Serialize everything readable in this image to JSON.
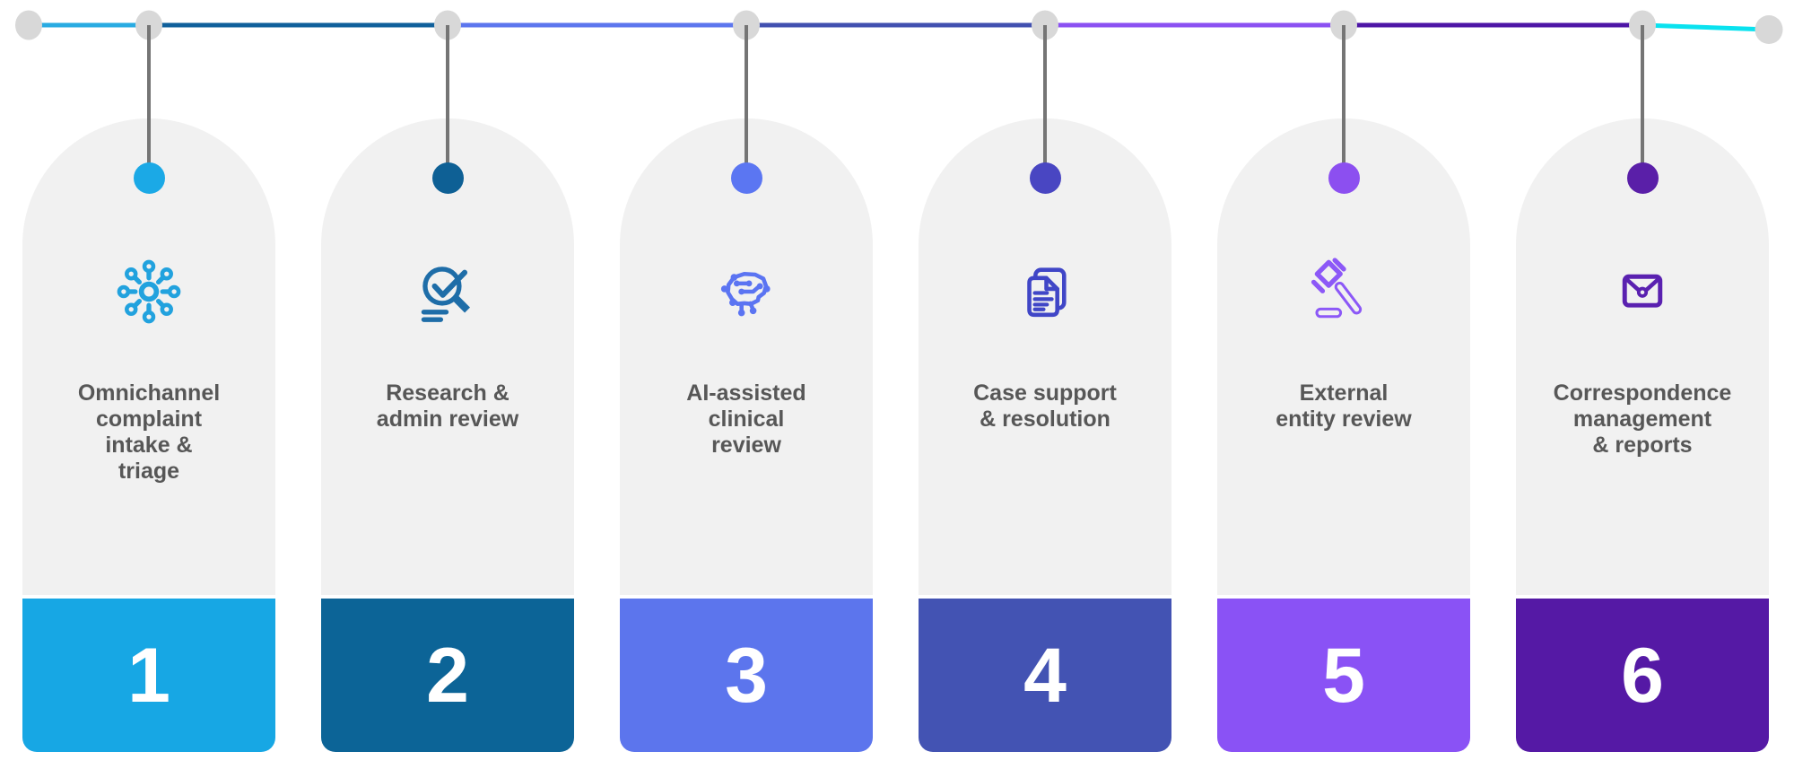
{
  "figure": {
    "background_color": "#FFFFFF",
    "card_background_color": "#F1F1F1",
    "title_text_color": "#575757"
  },
  "timeline": {
    "node_color": "#D8D8D8",
    "connector_color": "#757575",
    "segments": [
      {
        "name": "segment-into-step-1",
        "color": "#29ABE2"
      },
      {
        "name": "segment-into-step-2",
        "color": "#10609B"
      },
      {
        "name": "segment-into-step-3",
        "color": "#5C76EE"
      },
      {
        "name": "segment-into-step-4",
        "color": "#4150B0"
      },
      {
        "name": "segment-into-step-5",
        "color": "#8B51F2"
      },
      {
        "name": "segment-into-step-6",
        "color": "#4D15A6"
      },
      {
        "name": "segment-trailing",
        "color": "#0AE2EF"
      }
    ]
  },
  "steps": [
    {
      "number": "1",
      "title": "Omnichannel\ncomplaint\nintake &\ntriage",
      "icon": "network-hub-icon",
      "accent_color": "#17A7E4",
      "dot_color": "#1BA9E6",
      "icon_color": "#22A2DE"
    },
    {
      "number": "2",
      "title": "Research &\nadmin review",
      "icon": "search-check-icon",
      "accent_color": "#0C6497",
      "dot_color": "#0E6095",
      "icon_color": "#1E6DA8"
    },
    {
      "number": "3",
      "title": "AI-assisted\nclinical\nreview",
      "icon": "ai-brain-icon",
      "accent_color": "#5C75ED",
      "dot_color": "#5B76F2",
      "icon_color": "#5B74F2"
    },
    {
      "number": "4",
      "title": "Case support\n& resolution",
      "icon": "documents-icon",
      "accent_color": "#4353B3",
      "dot_color": "#4946C2",
      "icon_color": "#4046C7"
    },
    {
      "number": "5",
      "title": "External\nentity review",
      "icon": "gavel-icon",
      "accent_color": "#8A52F5",
      "dot_color": "#8C4FF0",
      "icon_color": "#8C58F7"
    },
    {
      "number": "6",
      "title": "Correspondence\nmanagement\n& reports",
      "icon": "mail-icon",
      "accent_color": "#5519A5",
      "dot_color": "#5A1FA8",
      "icon_color": "#5A21B0"
    }
  ]
}
